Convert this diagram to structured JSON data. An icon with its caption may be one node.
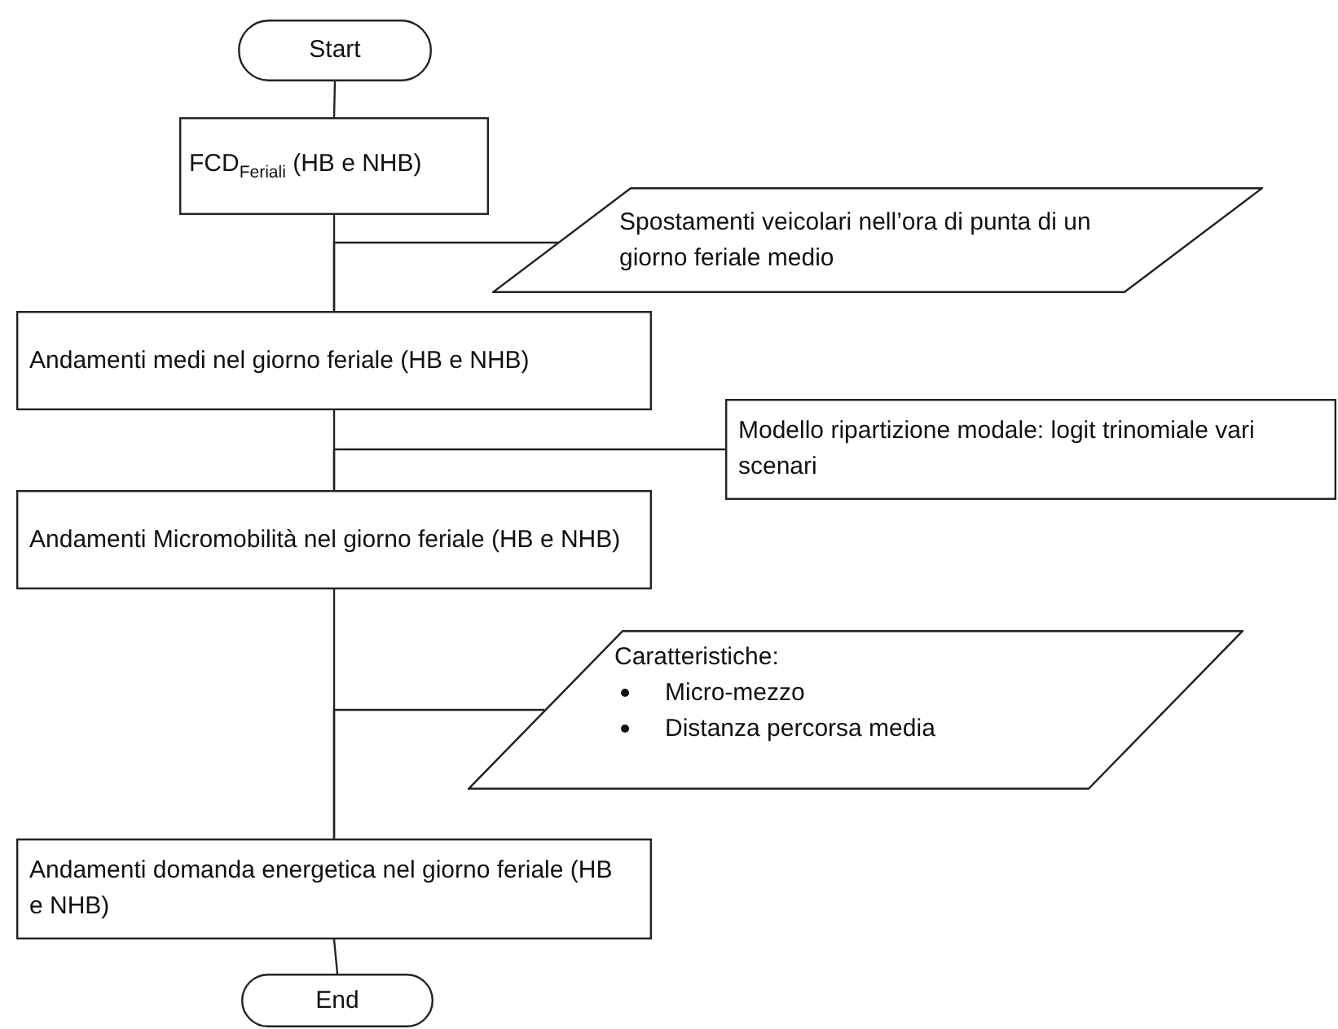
{
  "diagram": {
    "nodes": [
      {
        "text": [
          "Start"
        ]
      },
      {
        "text": [
          "FCD$_{Feriali}$ (HB e NHB)"
        ]
      },
      {
        "text": [
          "Spostamenti veicolari nell’ora di punta di un giorno feriale medio"
        ]
      },
      {
        "text": [
          "Andamenti medi nel giorno feriale (HB e NHB)"
        ]
      },
      {
        "text": [
          "Modello ripartizione modale: logit trinomiale vari scenari"
        ]
      },
      {
        "text": [
          "Andamenti Micromobilità nel giorno feriale (HB e NHB)"
        ]
      },
      {
        "text": [
          "Caratteristiche:",
          "Micro-mezzo",
          "Distanza percorsa media"
        ]
      },
      {
        "text": [
          "Andamenti domanda energetica nel giorno feriale (HB e NHB)"
        ]
      },
      {
        "text": [
          "End"
        ]
      }
    ],
    "edges": [
      {
        "from": 0,
        "to": 1,
        "arrow": "none"
      },
      {
        "from": 1,
        "to": 3,
        "arrow": "none"
      },
      {
        "from": 2,
        "to": 3,
        "arrow": "none"
      },
      {
        "from": 3,
        "to": 5,
        "arrow": "none"
      },
      {
        "from": 4,
        "to": 5,
        "arrow": "none"
      },
      {
        "from": 5,
        "to": 7,
        "arrow": "none"
      },
      {
        "from": 6,
        "to": 7,
        "arrow": "none"
      },
      {
        "from": 7,
        "to": 8,
        "arrow": "none"
      }
    ]
  }
}
